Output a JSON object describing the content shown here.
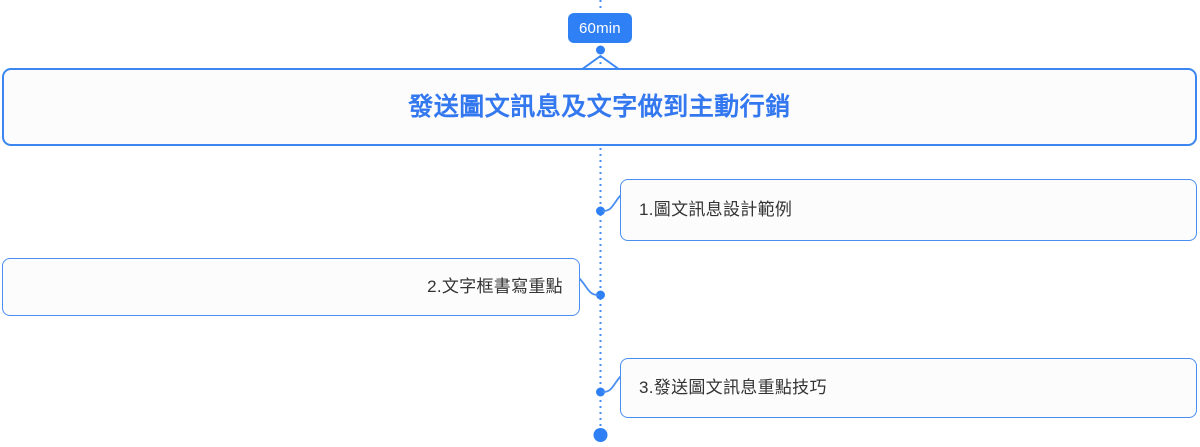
{
  "badge": {
    "label": "60min",
    "color": "#2f80f5",
    "text_color": "#ffffff"
  },
  "root": {
    "title": "發送圖文訊息及文字做到主動行銷",
    "text_color": "#3478f0",
    "border_color": "#3b86f0",
    "fill_color": "#fcfcfc"
  },
  "theme": {
    "line_color": "#4a8ef0",
    "dot_color": "#2f80f5",
    "node_text_color": "#333333",
    "node_border_color": "#4a8ef0",
    "node_fill_color": "#fcfcfc",
    "background": "#ffffff"
  },
  "nodes": [
    {
      "id": "node-1",
      "label": "1.圖文訊息設計範例",
      "side": "right"
    },
    {
      "id": "node-2",
      "label": "2.文字框書寫重點",
      "side": "left"
    },
    {
      "id": "node-3",
      "label": "3.發送圖文訊息重點技巧",
      "side": "right"
    }
  ]
}
